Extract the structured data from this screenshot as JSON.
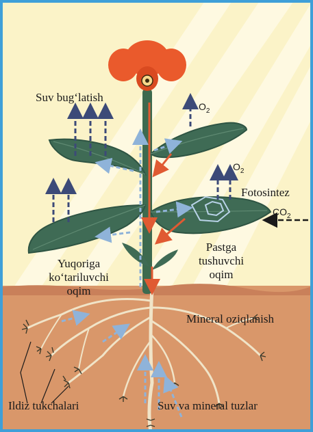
{
  "labels": {
    "transpiration": "Suv bug‘latish",
    "photosynthesis": "Fotosintez",
    "downward_flow": [
      "Pastga",
      "tushuvchi",
      "oqim"
    ],
    "upward_flow": [
      "Yuqoriga",
      "ko‘tariluvchi",
      "oqim"
    ],
    "mineral_nutrition": "Mineral oziqlanish",
    "root_hairs": "Ildiz tukchalari",
    "water_minerals": "Suv va mineral tuzlar"
  },
  "gases": {
    "o2_top": {
      "base": "O",
      "sub": "2"
    },
    "o2_mid": {
      "base": "O",
      "sub": "2"
    },
    "co2": {
      "base": "CO",
      "sub": "2"
    }
  },
  "colors": {
    "frame": "#3f9fd8",
    "sky": "#fbf3c8",
    "sun_rays": "#fffbe6",
    "soil": "#d9976a",
    "soil_dark": "#c9805a",
    "leaf": "#3f6b55",
    "leaf_dark": "#2e5443",
    "stem": "#3d6a4f",
    "flower": "#ea5a2c",
    "root": "#f0e4c8",
    "up_arrow": "#8fb3d9",
    "down_arrow": "#e05a32",
    "vapor_arrow": "#3c4a78"
  }
}
